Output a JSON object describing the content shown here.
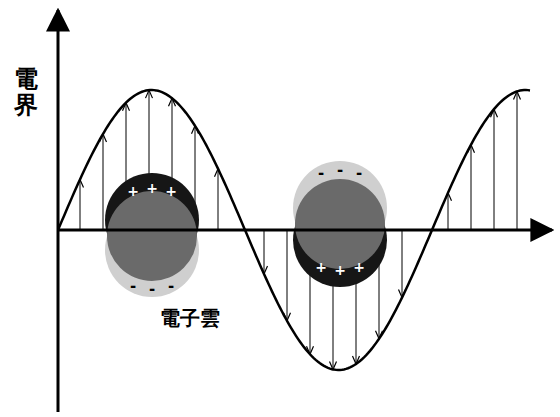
{
  "diagram": {
    "labels": [
      "電界",
      "+",
      "+",
      "+",
      "-",
      "-",
      "-",
      "-",
      "-",
      "-",
      "+",
      "+",
      "+",
      "電子雲"
    ]
  }
}
